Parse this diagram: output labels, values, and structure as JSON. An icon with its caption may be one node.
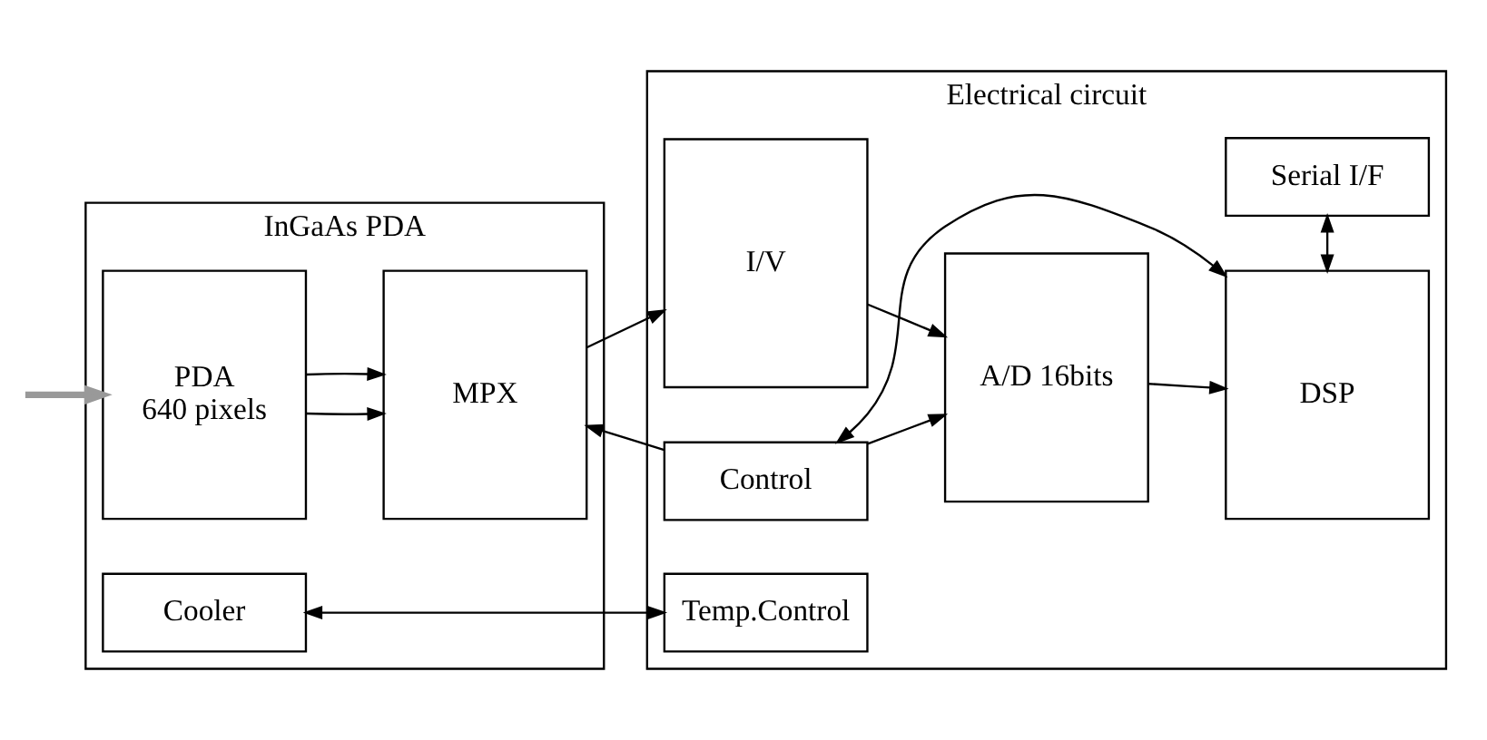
{
  "diagram": {
    "nodes": [
      {
        "text": [
          "InGaAs PDA"
        ]
      },
      {
        "text": [
          "Cooler"
        ],
        "in": 0
      },
      {
        "text": [
          "PDA",
          "640 pixels"
        ],
        "in": 0
      },
      {
        "text": [
          "MPX"
        ],
        "in": 0
      },
      {
        "text": [
          "Electrical circuit"
        ]
      },
      {
        "text": [
          "Temp.Control"
        ],
        "in": 4
      },
      {
        "text": [
          "Serial I/F"
        ],
        "in": 4
      },
      {
        "text": [
          "Control"
        ],
        "in": 4
      },
      {
        "text": [
          "DSP"
        ],
        "in": 4
      },
      {
        "text": [
          "I/V"
        ],
        "in": 4
      },
      {
        "text": [
          "A/D 16bits"
        ],
        "in": 4
      }
    ],
    "edges": [
      {
        "from": 1,
        "to": 5,
        "arrow": "both"
      },
      {
        "from": 6,
        "to": 8,
        "arrow": "both"
      },
      {
        "from": 7,
        "to": 3,
        "arrow": "to"
      },
      {
        "from": 7,
        "to": 8,
        "arrow": "both"
      },
      {
        "from": 7,
        "to": 10,
        "arrow": "to"
      },
      {
        "from": 2,
        "to": 3,
        "arrow": "to"
      },
      {
        "from": 2,
        "to": 3,
        "arrow": "to"
      },
      {
        "from": 3,
        "to": 9,
        "arrow": "to"
      },
      {
        "from": 9,
        "to": 10,
        "arrow": "to"
      },
      {
        "from": 10,
        "to": 8,
        "arrow": "to"
      },
      {
        "from": null,
        "to": 2,
        "arrow": "to",
        "style": "thick",
        "color": "#999999"
      }
    ]
  }
}
